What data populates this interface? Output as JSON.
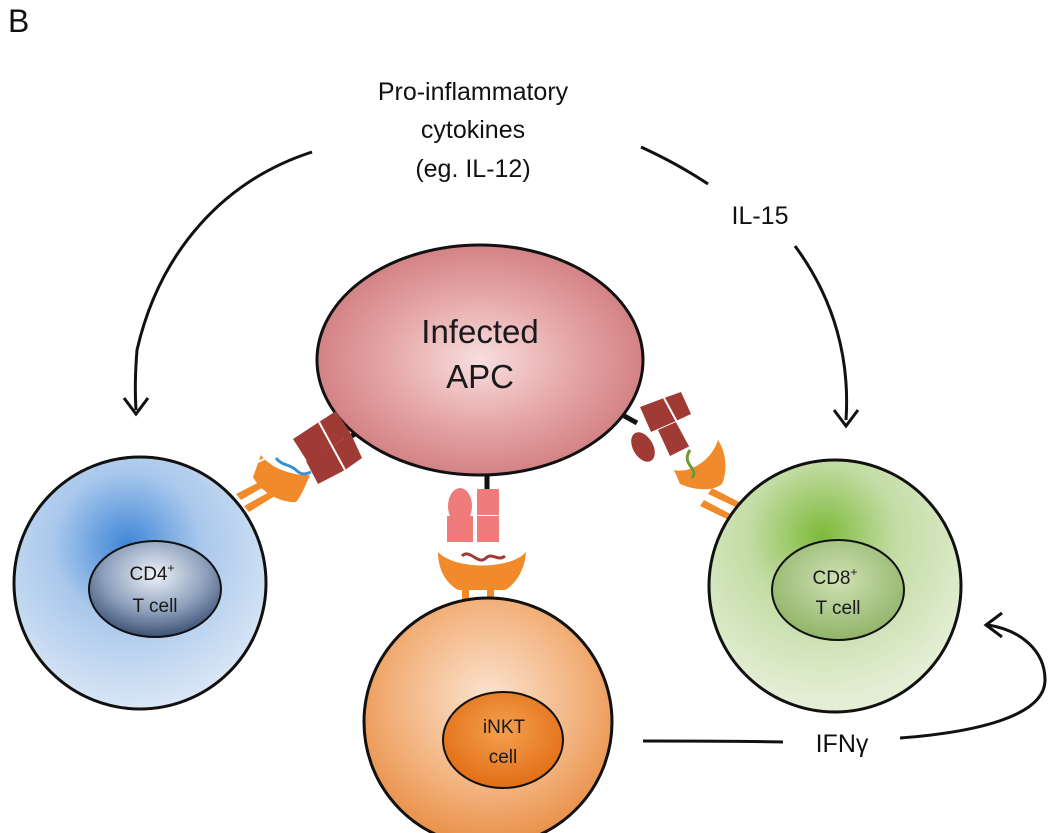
{
  "panel_label": "B",
  "top_cytokines": {
    "line1": "Pro-inflammatory",
    "line2": "cytokines",
    "line3": "(eg. IL-12)"
  },
  "il15_label": "IL-15",
  "ifng_label": "IFNγ",
  "apc": {
    "line1": "Infected",
    "line2": "APC",
    "color": "#d98a8c"
  },
  "cd4": {
    "name": "CD4",
    "sup": "+",
    "line2": "T cell",
    "color": "#8fb4e0"
  },
  "cd8": {
    "name": "CD8",
    "sup": "+",
    "line2": "T cell",
    "color": "#b8d49a"
  },
  "inkt": {
    "line1": "iNKT",
    "line2": "cell",
    "color": "#f0a46a"
  },
  "colors": {
    "mhc_dark": "#a03a34",
    "cd1d_pink": "#ef7b7b",
    "tcr_orange": "#f08a2a",
    "antigen_blue": "#3a8fd0",
    "antigen_green": "#6a9a3a"
  }
}
